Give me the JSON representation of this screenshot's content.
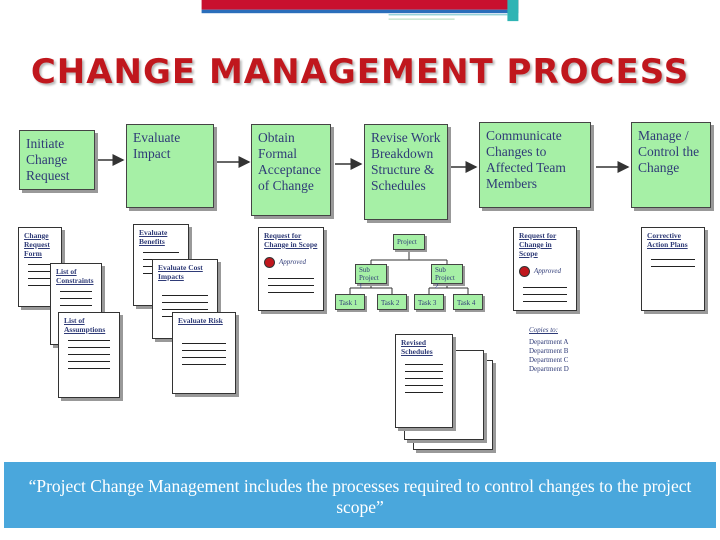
{
  "title": "CHANGE MANAGEMENT PROCESS",
  "steps": [
    "Initiate Change Request",
    "Evaluate Impact",
    "Obtain Formal Acceptance of Change",
    "Revise Work Breakdown Structure & Schedules",
    "Communicate Changes to Affected Team Members",
    "Manage / Control the Change"
  ],
  "docs": {
    "change_request_form": "Change Request Form",
    "list_of_constraints": "List of Constraints",
    "list_of_assumptions": "List of Assumptions",
    "evaluate_benefits": "Evaluate Benefits",
    "evaluate_cost_impacts": "Evaluate Cost Impacts",
    "evaluate_risk": "Evaluate Risk",
    "request_for_change_1": "Request for Change in Scope",
    "approved_1": "Approved",
    "request_for_change_2": "Request for Change in Scope",
    "approved_2": "Approved",
    "revised_schedules": "Revised Schedules",
    "corrective_action_plans": "Corrective Action Plans"
  },
  "wbs": {
    "project": "Project",
    "sub1": "Sub Project 1",
    "sub2": "Sub Project 2",
    "tasks": [
      "Task 1",
      "Task 2",
      "Task 3",
      "Task 4"
    ]
  },
  "copies": {
    "title": "Copies to:",
    "items": [
      "Department A",
      "Department B",
      "Department C",
      "Department D"
    ]
  },
  "quote": "“Project Change Management includes the processes required to control changes to the project scope”",
  "colors": {
    "title": "#c0171d",
    "step_fill": "#a6f0a6",
    "quote_bg": "#4aa7dc",
    "topbar_red": "#c8102e",
    "topbar_blue": "#2a6ebb"
  }
}
